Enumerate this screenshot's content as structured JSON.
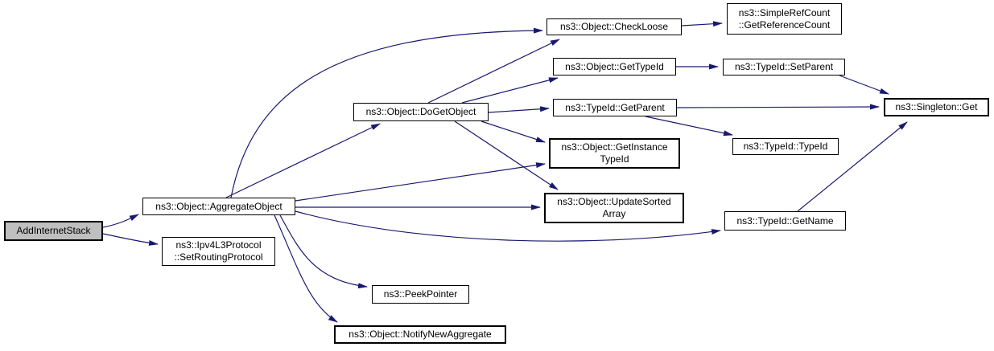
{
  "diagram": {
    "type": "call-graph",
    "colors": {
      "background": "#ffffff",
      "edge": "#191970",
      "node_fill": "#ffffff",
      "node_border": "#000000",
      "focus_fill": "#bfbfbf"
    },
    "nodes": [
      {
        "id": "add-internet-stack",
        "lines": [
          "AddInternetStack"
        ]
      },
      {
        "id": "aggregate-object",
        "lines": [
          "ns3::Object::AggregateObject"
        ]
      },
      {
        "id": "set-routing-protocol",
        "lines": [
          "ns3::Ipv4L3Protocol",
          "::SetRoutingProtocol"
        ]
      },
      {
        "id": "do-get-object",
        "lines": [
          "ns3::Object::DoGetObject"
        ]
      },
      {
        "id": "check-loose",
        "lines": [
          "ns3::Object::CheckLoose"
        ]
      },
      {
        "id": "get-reference-count",
        "lines": [
          "ns3::SimpleRefCount",
          "::GetReferenceCount"
        ]
      },
      {
        "id": "get-type-id",
        "lines": [
          "ns3::Object::GetTypeId"
        ]
      },
      {
        "id": "set-parent",
        "lines": [
          "ns3::TypeId::SetParent"
        ]
      },
      {
        "id": "get-parent",
        "lines": [
          "ns3::TypeId::GetParent"
        ]
      },
      {
        "id": "get-instance-type-id",
        "lines": [
          "ns3::Object::GetInstance",
          "TypeId"
        ]
      },
      {
        "id": "singleton-get",
        "lines": [
          "ns3::Singleton::Get"
        ]
      },
      {
        "id": "type-id-constructor",
        "lines": [
          "ns3::TypeId::TypeId"
        ]
      },
      {
        "id": "get-name",
        "lines": [
          "ns3::TypeId::GetName"
        ]
      },
      {
        "id": "update-sorted-array",
        "lines": [
          "ns3::Object::UpdateSorted",
          "Array"
        ]
      },
      {
        "id": "peek-pointer",
        "lines": [
          "ns3::PeekPointer"
        ]
      },
      {
        "id": "notify-new-aggregate",
        "lines": [
          "ns3::Object::NotifyNewAggregate"
        ]
      }
    ],
    "edges": [
      {
        "from": "add-internet-stack",
        "to": "aggregate-object"
      },
      {
        "from": "add-internet-stack",
        "to": "set-routing-protocol"
      },
      {
        "from": "aggregate-object",
        "to": "do-get-object"
      },
      {
        "from": "aggregate-object",
        "to": "check-loose"
      },
      {
        "from": "aggregate-object",
        "to": "get-instance-type-id"
      },
      {
        "from": "aggregate-object",
        "to": "update-sorted-array"
      },
      {
        "from": "aggregate-object",
        "to": "get-name"
      },
      {
        "from": "aggregate-object",
        "to": "peek-pointer"
      },
      {
        "from": "aggregate-object",
        "to": "notify-new-aggregate"
      },
      {
        "from": "do-get-object",
        "to": "check-loose"
      },
      {
        "from": "do-get-object",
        "to": "get-type-id"
      },
      {
        "from": "do-get-object",
        "to": "get-parent"
      },
      {
        "from": "do-get-object",
        "to": "get-instance-type-id"
      },
      {
        "from": "do-get-object",
        "to": "update-sorted-array"
      },
      {
        "from": "check-loose",
        "to": "get-reference-count"
      },
      {
        "from": "get-type-id",
        "to": "set-parent"
      },
      {
        "from": "set-parent",
        "to": "singleton-get"
      },
      {
        "from": "get-parent",
        "to": "singleton-get"
      },
      {
        "from": "get-parent",
        "to": "type-id-constructor"
      },
      {
        "from": "get-name",
        "to": "singleton-get"
      }
    ]
  }
}
